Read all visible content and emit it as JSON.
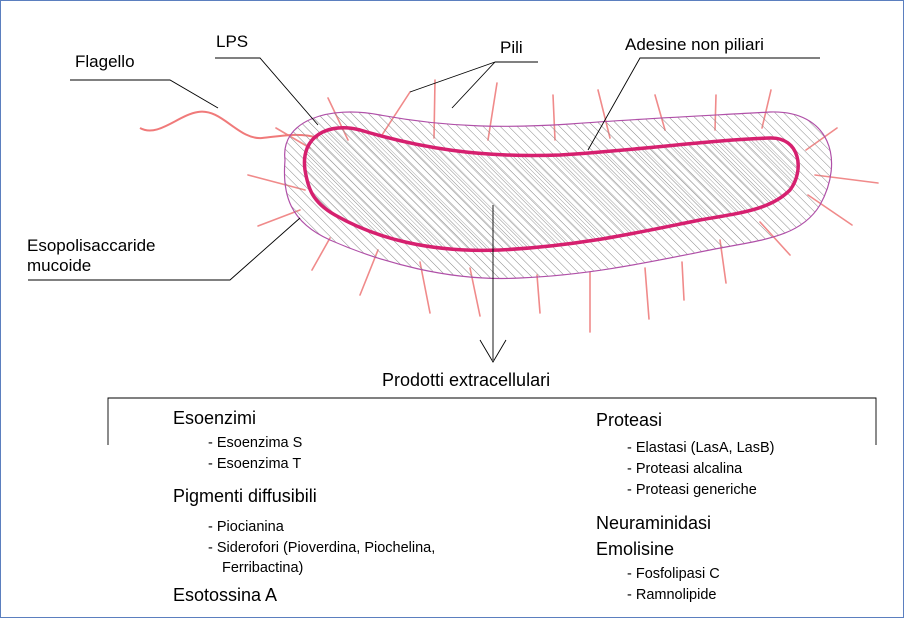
{
  "labels": {
    "flagello": "Flagello",
    "lps": "LPS",
    "pili": "Pili",
    "adesine": "Adesine non piliari",
    "esopolisaccaride_line1": "Esopolisaccaride",
    "esopolisaccaride_line2": "mucoide"
  },
  "products": {
    "title": "Prodotti extracellulari",
    "left": {
      "esoenzimi": {
        "title": "Esoenzimi",
        "items": [
          "- Esoenzima S",
          "- Esoenzima T"
        ]
      },
      "pigmenti": {
        "title": "Pigmenti diffusibili",
        "items": [
          "- Piocianina",
          "- Siderofori (Pioverdina, Piochelina,",
          "Ferribactina)"
        ]
      },
      "esotossina": {
        "title": "Esotossina A"
      }
    },
    "right": {
      "proteasi": {
        "title": "Proteasi",
        "items": [
          "- Elastasi (LasA, LasB)",
          "- Proteasi alcalina",
          "- Proteasi generiche"
        ]
      },
      "neuraminidasi": {
        "title": "Neuraminidasi"
      },
      "emolisine": {
        "title": "Emolisine",
        "items": [
          "- Fosfolipasi C",
          "- Ramnolipide"
        ]
      }
    }
  },
  "colors": {
    "frame": "#5b7fbf",
    "membrane": "#d6206f",
    "capsule_outline": "#b050a8",
    "pili": "#f08a8a",
    "flagellum": "#f07a7a",
    "hatch": "#8a8a8a",
    "lines": "#000000"
  }
}
